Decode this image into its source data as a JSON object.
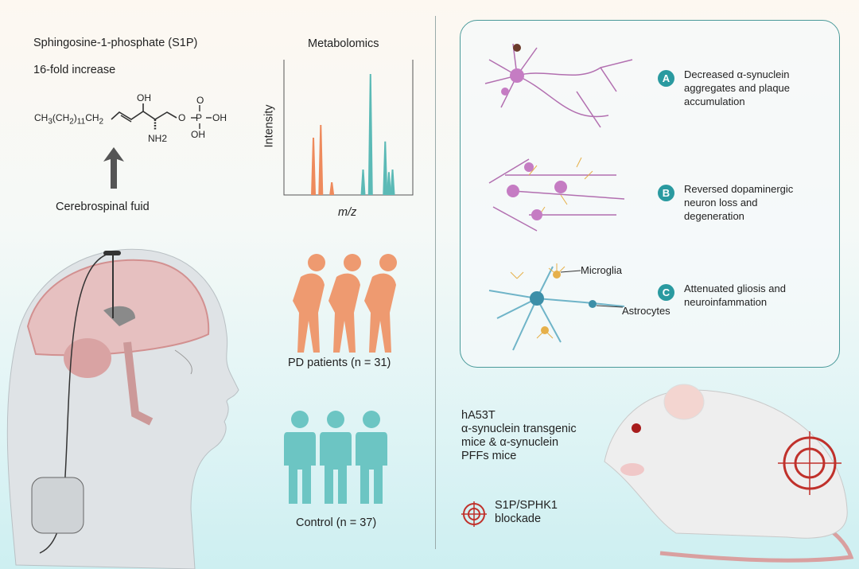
{
  "s1p": {
    "title": "Sphingosine-1-phosphate (S1P)",
    "increase": "16-fold increase",
    "formula": {
      "chain": "CH3(CH2)11CH2",
      "oh": "OH",
      "nh2": "NH2",
      "o_bond": "O",
      "p": "P",
      "oh2": "OH",
      "oh3": "OH",
      "o_top": "O"
    },
    "source": "Cerebrospinal fuid"
  },
  "metabolomics": {
    "title": "Metabolomics",
    "ylabel": "Intensity",
    "xlabel": "m/z",
    "peaks": [
      {
        "mz": 16,
        "i": 0.45,
        "c": "#ee8a5c"
      },
      {
        "mz": 20,
        "i": 0.55,
        "c": "#ee8a5c"
      },
      {
        "mz": 26,
        "i": 0.1,
        "c": "#ee8a5c"
      },
      {
        "mz": 43,
        "i": 0.2,
        "c": "#5bbab6"
      },
      {
        "mz": 47,
        "i": 0.95,
        "c": "#5bbab6"
      },
      {
        "mz": 55,
        "i": 0.42,
        "c": "#5bbab6"
      },
      {
        "mz": 57,
        "i": 0.18,
        "c": "#5bbab6"
      },
      {
        "mz": 59,
        "i": 0.2,
        "c": "#5bbab6"
      }
    ]
  },
  "groups": {
    "pd": "PD patients (n = 31)",
    "control": "Control (n = 37)",
    "pd_color": "#ee9a70",
    "control_color": "#6cc5c3"
  },
  "findings": [
    {
      "badge": "A",
      "lines": [
        "Decreased α-synuclein",
        "aggregates and plaque",
        "accumulation"
      ]
    },
    {
      "badge": "B",
      "lines": [
        "Reversed dopaminergic",
        "neuron loss and",
        "degeneration"
      ]
    },
    {
      "badge": "C",
      "lines": [
        "Attenuated gliosis and",
        "neuroinfammation"
      ]
    }
  ],
  "cell_labels": {
    "microglia": "Microglia",
    "astrocytes": "Astrocytes"
  },
  "model": {
    "lines": [
      "hA53T",
      "α-synuclein transgenic",
      "mice & α-synuclein",
      "PFFs mice"
    ]
  },
  "blockade": {
    "lines": [
      "S1P/SPHK1",
      "blockade"
    ],
    "icon": "target-icon",
    "color": "#c0312b"
  },
  "accent": "#2a9aa0"
}
